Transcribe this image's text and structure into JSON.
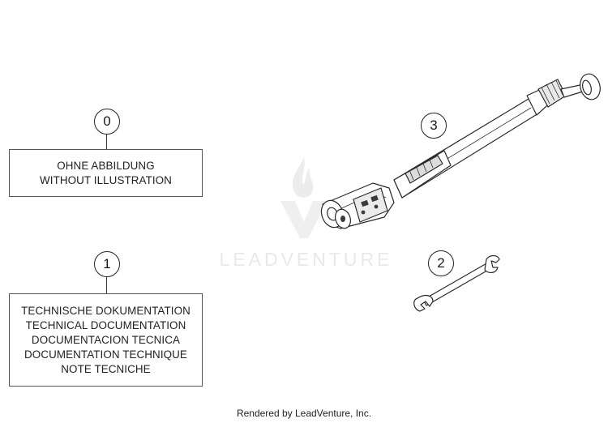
{
  "callouts": {
    "c0": "0",
    "c1": "1",
    "c2": "2",
    "c3": "3"
  },
  "box0": {
    "lines": [
      "OHNE ABBILDUNG",
      "WITHOUT ILLUSTRATION"
    ]
  },
  "box1": {
    "lines": [
      "TECHNISCHE DOKUMENTATION",
      "TECHNICAL DOCUMENTATION",
      "DOCUMENTACION TECNICA",
      "DOCUMENTATION TECHNIQUE",
      "NOTE TECNICHE"
    ]
  },
  "watermark": "LEADVENTURE",
  "footer": "Rendered by LeadVenture, Inc."
}
